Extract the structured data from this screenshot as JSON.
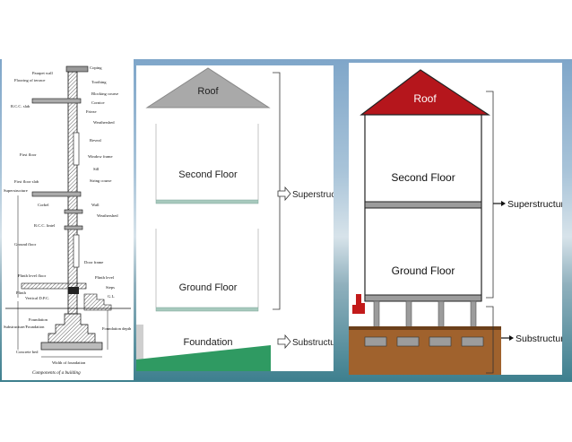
{
  "technical_drawing": {
    "labels": [
      "Coping",
      "Parapet wall",
      "Flooring of terrace",
      "Toothing",
      "Blocking course",
      "R.C.C. slab",
      "Cornice",
      "Frieze",
      "Weathershed",
      "Reveal",
      "First floor",
      "Window frame",
      "Sill",
      "First floor slab",
      "String course",
      "Superstructure",
      "Corbel",
      "Wall",
      "Weathershed",
      "R.C.C. lintel",
      "Ground floor",
      "Door frame",
      "Plinth level floor",
      "Plinth level",
      "Plinth",
      "Vertical D.P.C.",
      "Steps",
      "G.L.",
      "Foundation",
      "Substructure/Foundation",
      "Foundation depth",
      "Concrete bed",
      "Width of foundation"
    ],
    "caption": "Components of a building"
  },
  "simple_diagram": {
    "roof": "Roof",
    "second_floor": "Second Floor",
    "ground_floor": "Ground Floor",
    "foundation": "Foundation",
    "superstructure": "Superstructure",
    "substructure": "Substructure"
  },
  "colored_diagram": {
    "roof": "Roof",
    "second_floor": "Second Floor",
    "ground_floor": "Ground Floor",
    "superstructure": "Superstructure",
    "substructure": "Substructure"
  },
  "colors": {
    "roof_gray": "#a9a9a9",
    "roof_red": "#b5161c",
    "foundation_green": "#2f9a62",
    "floor_slab_gray": "#9c9c9c",
    "soil_brown": "#a0622d"
  }
}
